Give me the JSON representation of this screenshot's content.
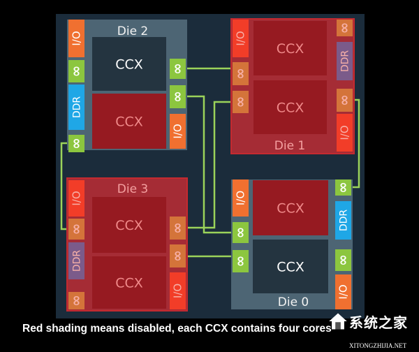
{
  "labels": {
    "io": "I/O",
    "ddr": "DDR",
    "ccx": "CCX"
  },
  "dies": [
    {
      "id": "die2",
      "title": "Die 2",
      "disabled": false,
      "ccx_disabled": [
        false,
        true
      ]
    },
    {
      "id": "die1",
      "title": "Die 1",
      "disabled": true,
      "ccx_disabled": [
        true,
        true
      ]
    },
    {
      "id": "die3",
      "title": "Die 3",
      "disabled": true,
      "ccx_disabled": [
        true,
        true
      ]
    },
    {
      "id": "die0",
      "title": "Die 0",
      "disabled": false,
      "ccx_disabled": [
        true,
        false
      ]
    }
  ],
  "caption": "Red shading means disabled, each CCX contains four cores",
  "watermark": {
    "cn": "系统之家",
    "en": "XITONGZHIJIA.NET"
  },
  "colors": {
    "panel": "#1b2c3b",
    "die_enabled": "#4d6574",
    "die_disabled": "#a52c35",
    "ccx_enabled": "#243440",
    "ccx_disabled": "#961a21",
    "fabric_enabled": "#8cc63f",
    "fabric_disabled": "#d4743a",
    "io_enabled": "#f07030",
    "io_disabled": "#f23d28",
    "ddr_enabled": "#1fa7e6",
    "ddr_disabled": "#7b5b8a",
    "link": "#9bd35a"
  }
}
